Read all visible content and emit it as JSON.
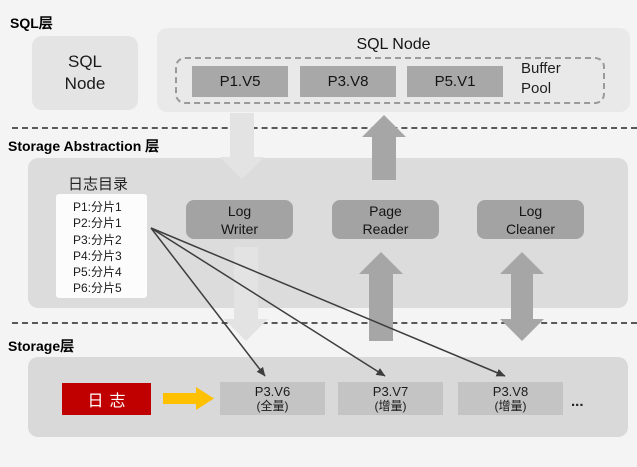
{
  "layers": {
    "sql": {
      "heading": "SQL层",
      "standalone_node_label": "SQL Node",
      "node_title": "SQL Node",
      "buffer_pages": [
        "P1.V5",
        "P3.V8",
        "P5.V1"
      ],
      "buffer_pool_label": "Buffer Pool"
    },
    "storage_abstraction": {
      "heading": "Storage Abstraction 层",
      "log_directory": {
        "title": "日志目录",
        "entries": [
          "P1:分片1",
          "P2:分片1",
          "P3:分片2",
          "P4:分片3",
          "P5:分片4",
          "P6:分片5"
        ]
      },
      "workers": [
        "Log Writer",
        "Page Reader",
        "Log Cleaner"
      ]
    },
    "storage": {
      "heading": "Storage层",
      "log_label": "日志",
      "page_versions": [
        {
          "name": "P3.V6",
          "type": "(全量)"
        },
        {
          "name": "P3.V7",
          "type": "(增量)"
        },
        {
          "name": "P3.V8",
          "type": "(增量)"
        }
      ],
      "ellipsis": "..."
    }
  },
  "colors": {
    "canvas_background": "#f4f4f4",
    "log_accent_red": "#c00000",
    "flow_arrow_yellow": "#ffc000",
    "worker_box_gray": "#a3a3a3",
    "light_arrow_gray": "#e3e3e3",
    "dark_arrow_gray": "#a6a6a6",
    "diagonal_arrow": "#3d3d3d"
  }
}
